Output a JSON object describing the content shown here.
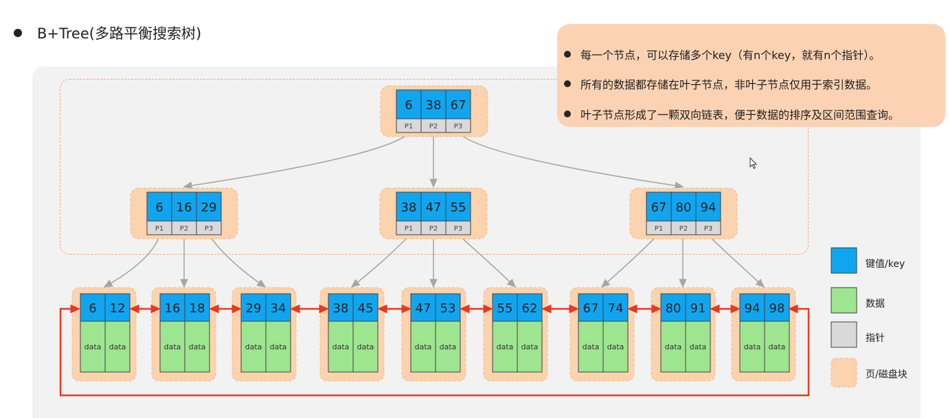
{
  "title": "B+Tree(多路平衡搜索树)",
  "notes": [
    "每一个节点，可以存储多个key（有n个key，就有n个指针）。",
    "所有的数据都存储在叶子节点，非叶子节点仅用于索引数据。",
    "叶子节点形成了一颗双向链表，便于数据的排序及区间范围查询。"
  ],
  "colors": {
    "key": "#12a5ef",
    "data": "#9ee58f",
    "pointer": "#d9d9d9",
    "page": "#fbd3ae",
    "leaf_link": "#e8391d",
    "edge": "#a6a6a6"
  },
  "root": {
    "keys": [
      "6",
      "38",
      "67"
    ],
    "pointers": [
      "P1",
      "P2",
      "P3"
    ]
  },
  "internal_nodes": [
    {
      "keys": [
        "6",
        "16",
        "29"
      ],
      "pointers": [
        "P1",
        "P2",
        "P3"
      ]
    },
    {
      "keys": [
        "38",
        "47",
        "55"
      ],
      "pointers": [
        "P1",
        "P2",
        "P3"
      ]
    },
    {
      "keys": [
        "67",
        "80",
        "94"
      ],
      "pointers": [
        "P1",
        "P2",
        "P3"
      ]
    }
  ],
  "leaf_nodes": [
    {
      "keys": [
        "6",
        "12"
      ],
      "data": [
        "data",
        "data"
      ]
    },
    {
      "keys": [
        "16",
        "18"
      ],
      "data": [
        "data",
        "data"
      ]
    },
    {
      "keys": [
        "29",
        "34"
      ],
      "data": [
        "data",
        "data"
      ]
    },
    {
      "keys": [
        "38",
        "45"
      ],
      "data": [
        "data",
        "data"
      ]
    },
    {
      "keys": [
        "47",
        "53"
      ],
      "data": [
        "data",
        "data"
      ]
    },
    {
      "keys": [
        "55",
        "62"
      ],
      "data": [
        "data",
        "data"
      ]
    },
    {
      "keys": [
        "67",
        "74"
      ],
      "data": [
        "data",
        "data"
      ]
    },
    {
      "keys": [
        "80",
        "91"
      ],
      "data": [
        "data",
        "data"
      ]
    },
    {
      "keys": [
        "94",
        "98"
      ],
      "data": [
        "data",
        "data"
      ]
    }
  ],
  "legend": [
    {
      "label": "键值/key",
      "kind": "key"
    },
    {
      "label": "数据",
      "kind": "data"
    },
    {
      "label": "指针",
      "kind": "pointer"
    },
    {
      "label": "页/磁盘块",
      "kind": "page"
    }
  ]
}
